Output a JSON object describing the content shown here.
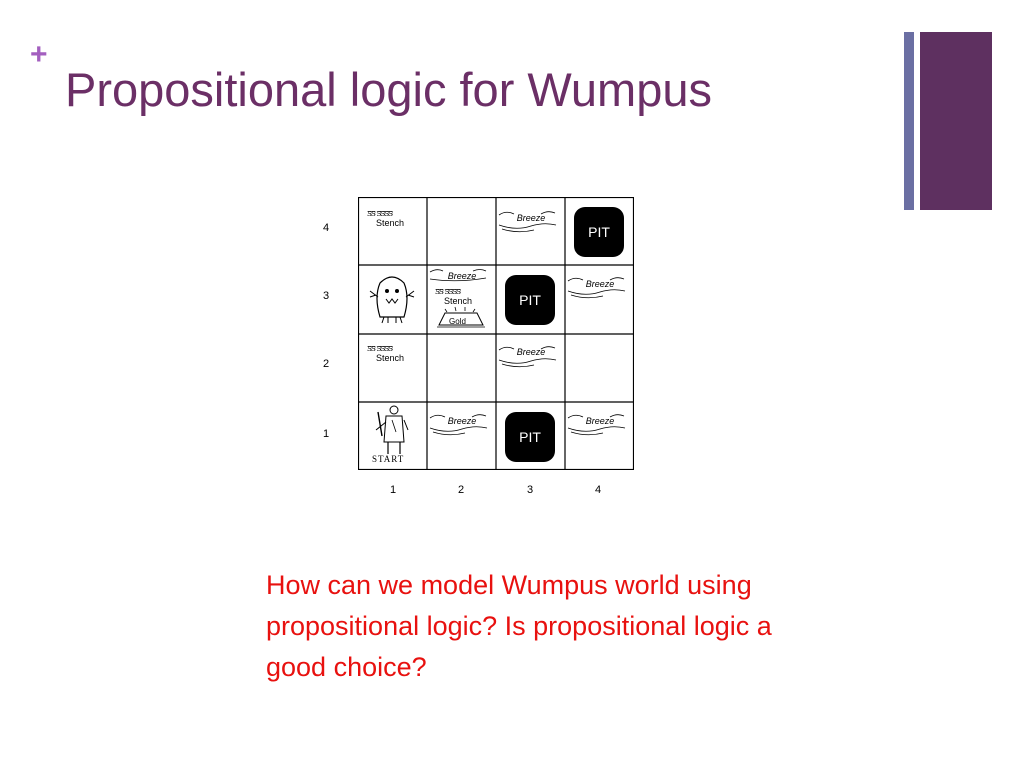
{
  "slide": {
    "plus": "+",
    "title": "Propositional logic for Wumpus",
    "question": "How can we model Wumpus world using propositional logic? Is propositional logic a good choice?"
  },
  "figure": {
    "row_labels": [
      "4",
      "3",
      "2",
      "1"
    ],
    "col_labels": [
      "1",
      "2",
      "3",
      "4"
    ],
    "pit_label": "PIT",
    "breeze_label": "Breeze",
    "stench_label": "Stench",
    "stench_squiggles": "ƽƽ ƽƽƽƽ",
    "gold_label": "Gold",
    "start_label": "START"
  },
  "colors": {
    "title": "#6b2f66",
    "plus": "#a35fbf",
    "question": "#e8110f",
    "bar_thin": "#6b6fa3",
    "bar_thick": "#5e3060"
  }
}
